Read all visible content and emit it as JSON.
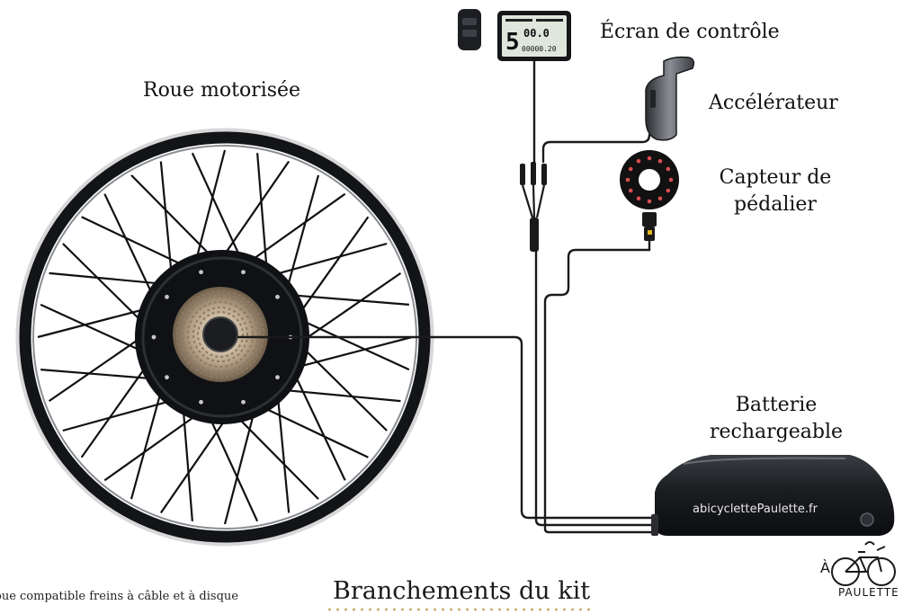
{
  "labels": {
    "screen": "Écran de contrôle",
    "throttle": "Accélérateur",
    "pedal_sensor_line1": "Capteur de",
    "pedal_sensor_line2": "pédalier",
    "wheel": "Roue motorisée",
    "battery_line1": "Batterie",
    "battery_line2": "rechargeable"
  },
  "note": "oue compatible freins à câble et à disque",
  "title": "Branchements du kit",
  "display": {
    "value_big": "5",
    "value_row1": "00.0",
    "value_row2": "00000.20"
  },
  "battery_brand": "abicyclettePaulette.fr",
  "logo": {
    "prefix": "À",
    "name": "PAULETTE"
  },
  "colors": {
    "background": "#ffffff",
    "hardware": "#121418",
    "cassette": "#b9a48a",
    "lcd": "#dfe6dc",
    "accent_dots": "#c9a86a"
  }
}
